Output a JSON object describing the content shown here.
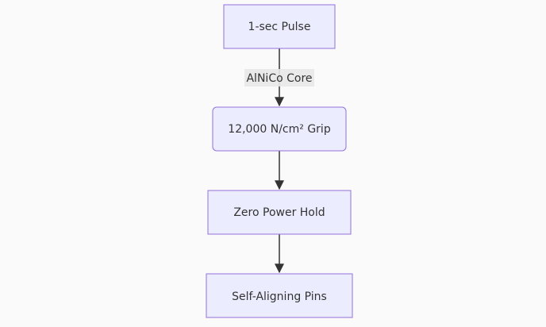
{
  "diagram": {
    "type": "flowchart",
    "direction": "top-down",
    "nodes": [
      {
        "id": "pulse",
        "label": "1-sec Pulse"
      },
      {
        "id": "grip",
        "label": "12,000 N/cm² Grip"
      },
      {
        "id": "hold",
        "label": "Zero Power Hold"
      },
      {
        "id": "pins",
        "label": "Self-Aligning Pins"
      }
    ],
    "edges": [
      {
        "from": "pulse",
        "to": "grip",
        "label": "AlNiCo Core"
      },
      {
        "from": "grip",
        "to": "hold",
        "label": ""
      },
      {
        "from": "hold",
        "to": "pins",
        "label": ""
      }
    ]
  },
  "colors": {
    "node_fill": "#ececff",
    "node_border": "#9370db",
    "edge": "#333333",
    "edge_label_bg": "#e8e8e8",
    "text": "#333333",
    "background": "#fafafa"
  }
}
